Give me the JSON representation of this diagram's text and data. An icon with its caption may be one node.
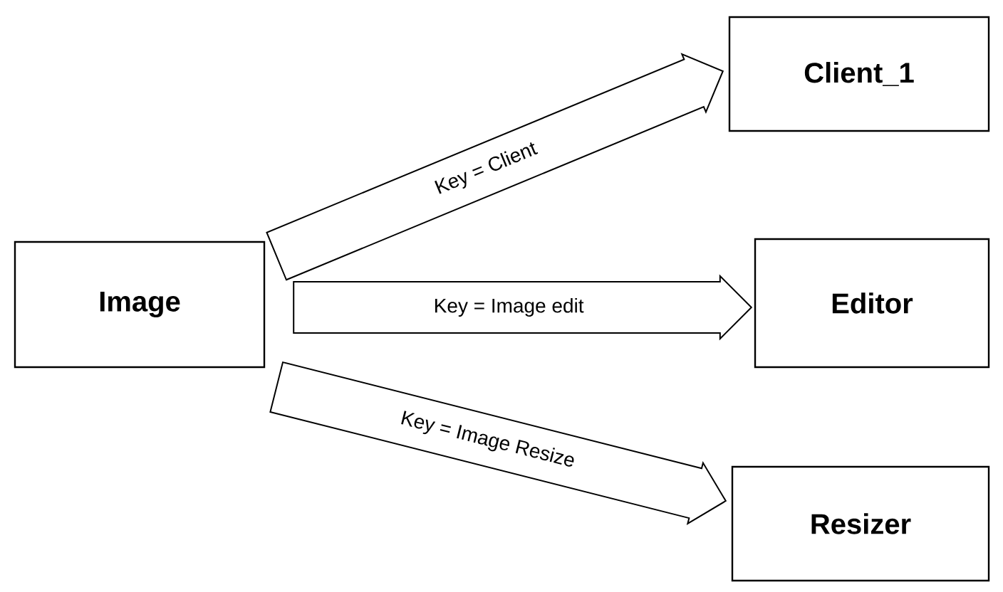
{
  "diagram": {
    "nodes": [
      {
        "text": [
          "Image"
        ]
      },
      {
        "text": [
          "Client_1"
        ]
      },
      {
        "text": [
          "Editor"
        ]
      },
      {
        "text": [
          "Resizer"
        ]
      }
    ],
    "edges": [
      {
        "from": 0,
        "to": 1,
        "arrow": "to",
        "label": "Key = Client"
      },
      {
        "from": 0,
        "to": 2,
        "arrow": "to",
        "label": "Key = Image edit"
      },
      {
        "from": 0,
        "to": 3,
        "arrow": "to",
        "label": "Key = Image Resize"
      }
    ]
  }
}
